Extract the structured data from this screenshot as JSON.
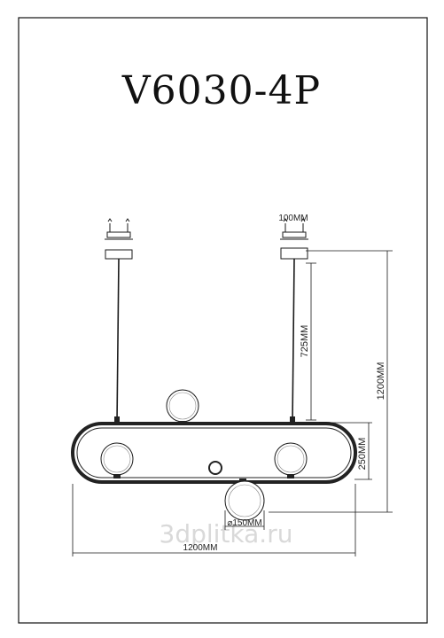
{
  "title": "V6030-4P",
  "dimensions": {
    "canopy_width": "100MM",
    "drop": "725MM",
    "total_height": "1200MM",
    "frame_height": "250MM",
    "shade_diameter": "⌀150MM",
    "total_length": "1200MM"
  },
  "watermark": "3dplitka.ru",
  "colors": {
    "line": "#1a1a1a",
    "frame": "#222222",
    "border": "#111111"
  }
}
